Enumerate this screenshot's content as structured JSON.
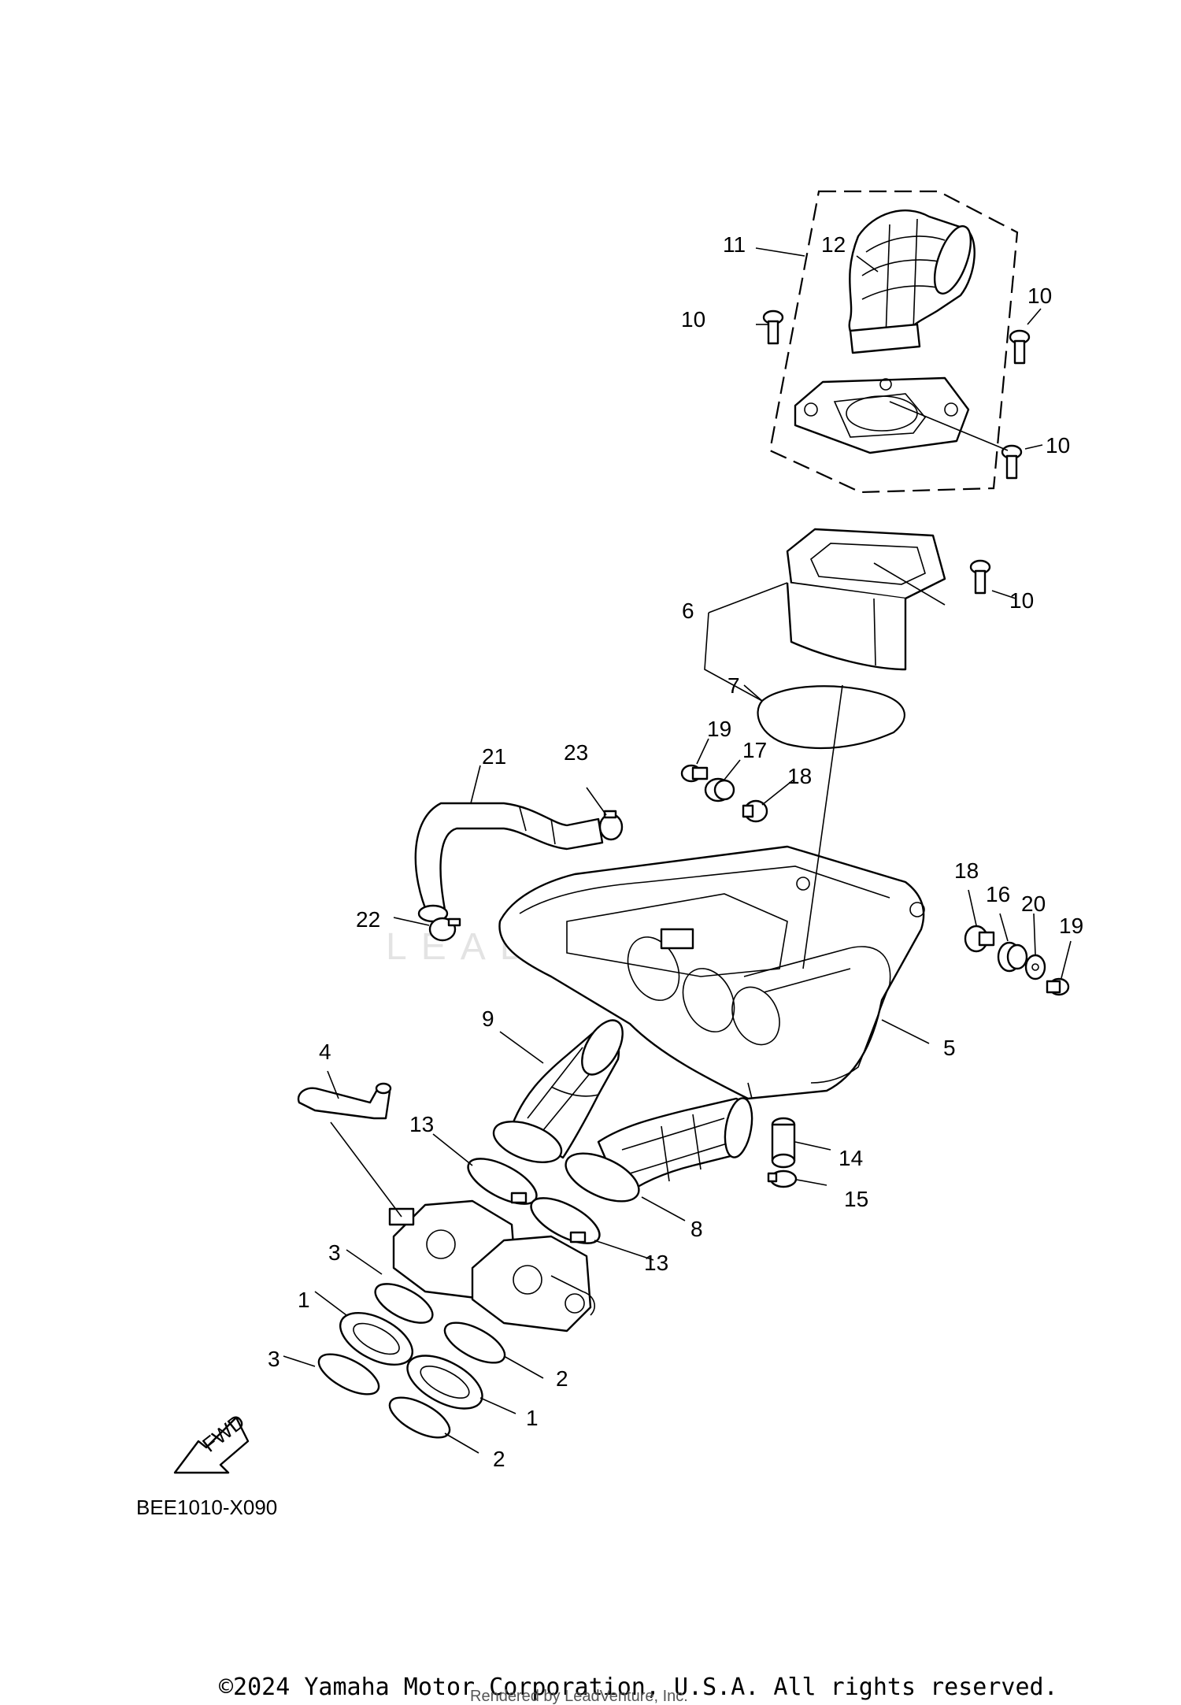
{
  "diagram": {
    "code": "BEE1010-X090",
    "fwd_label": "FWD",
    "copyright": "©2024 Yamaha Motor Corporation, U.S.A. All rights reserved.",
    "rendered_by": "Rendered by LeadVenture, Inc.",
    "watermark": "LEADVENTURE",
    "callouts": [
      {
        "id": "c11",
        "label": "11"
      },
      {
        "id": "c12",
        "label": "12"
      },
      {
        "id": "c10a",
        "label": "10"
      },
      {
        "id": "c10b",
        "label": "10"
      },
      {
        "id": "c10c",
        "label": "10"
      },
      {
        "id": "c10d",
        "label": "10"
      },
      {
        "id": "c6",
        "label": "6"
      },
      {
        "id": "c7",
        "label": "7"
      },
      {
        "id": "c19a",
        "label": "19"
      },
      {
        "id": "c17",
        "label": "17"
      },
      {
        "id": "c18a",
        "label": "18"
      },
      {
        "id": "c21",
        "label": "21"
      },
      {
        "id": "c23",
        "label": "23"
      },
      {
        "id": "c22",
        "label": "22"
      },
      {
        "id": "c18b",
        "label": "18"
      },
      {
        "id": "c16",
        "label": "16"
      },
      {
        "id": "c20",
        "label": "20"
      },
      {
        "id": "c19b",
        "label": "19"
      },
      {
        "id": "c5",
        "label": "5"
      },
      {
        "id": "c9",
        "label": "9"
      },
      {
        "id": "c4",
        "label": "4"
      },
      {
        "id": "c13a",
        "label": "13"
      },
      {
        "id": "c14",
        "label": "14"
      },
      {
        "id": "c15",
        "label": "15"
      },
      {
        "id": "c8",
        "label": "8"
      },
      {
        "id": "c13b",
        "label": "13"
      },
      {
        "id": "c3a",
        "label": "3"
      },
      {
        "id": "c1a",
        "label": "1"
      },
      {
        "id": "c3b",
        "label": "3"
      },
      {
        "id": "c2a",
        "label": "2"
      },
      {
        "id": "c1b",
        "label": "1"
      },
      {
        "id": "c2b",
        "label": "2"
      }
    ]
  }
}
